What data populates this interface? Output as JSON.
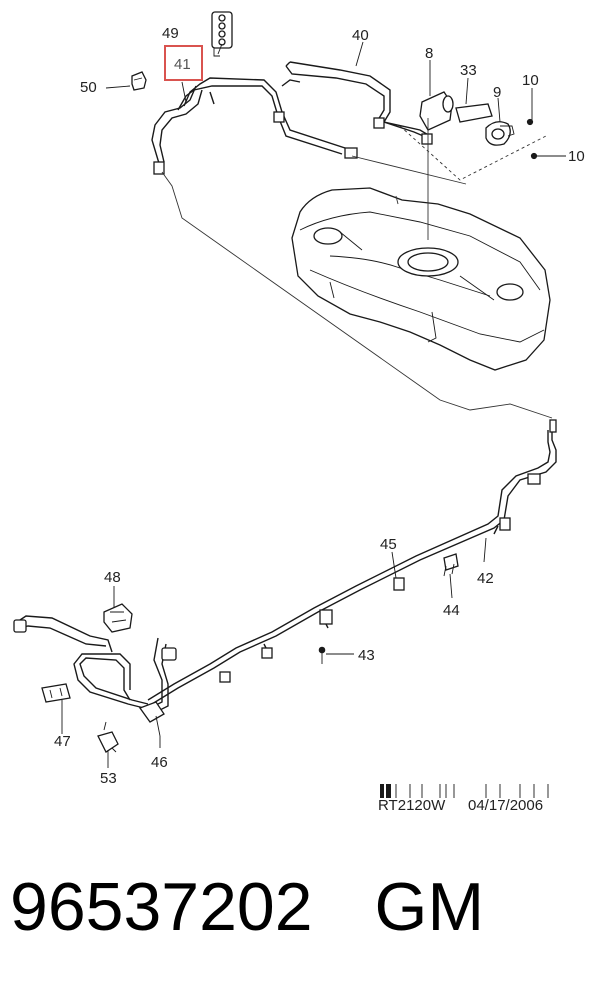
{
  "callouts": {
    "c8": "8",
    "c9": "9",
    "c10a": "10",
    "c10b": "10",
    "c33": "33",
    "c40": "40",
    "c41": "41",
    "c42": "42",
    "c43": "43",
    "c44": "44",
    "c45": "45",
    "c46": "46",
    "c47": "47",
    "c48": "48",
    "c49": "49",
    "c50": "50",
    "c53": "53"
  },
  "highlighted_callout": "41",
  "drawing_code": "RT2120W",
  "drawing_date": "04/17/2006",
  "part_number": "96537202",
  "brand": "GM",
  "colors": {
    "highlight": "#d9534f",
    "ink": "#1a1a1a"
  }
}
